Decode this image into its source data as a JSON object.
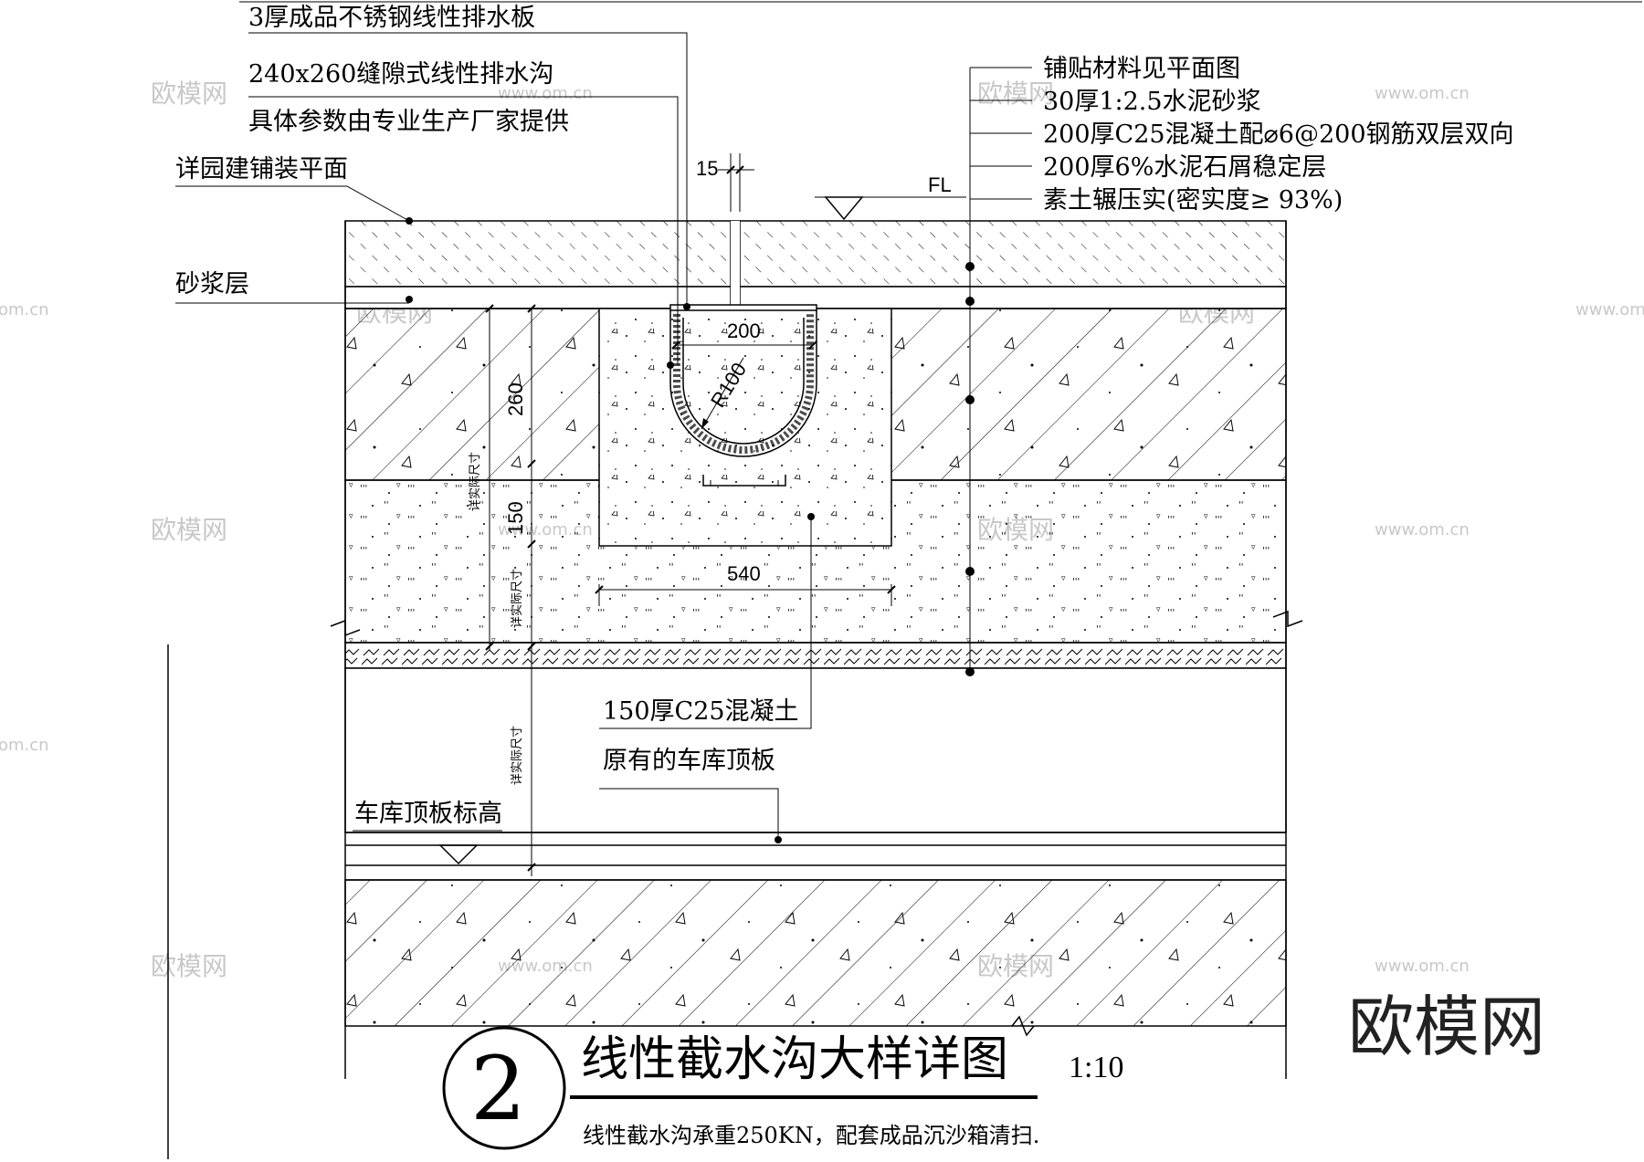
{
  "labels_left": {
    "steel_plate": "3厚成品不锈钢线性排水板",
    "drain_size": "240x260缝隙式线性排水沟",
    "drain_params": "具体参数由专业生产厂家提供",
    "paving_surface": "详园建铺装平面",
    "mortar_layer": "砂浆层",
    "concrete_150": "150厚C25混凝土",
    "garage_roof": "原有的车库顶板",
    "garage_roof_level": "车库顶板标高"
  },
  "labels_right": [
    "铺贴材料见平面图",
    "30厚1:2.5水泥砂浆",
    "200厚C25混凝土配⌀6@200钢筋双层双向",
    "200厚6%水泥石屑稳定层",
    "素土辗压实(密实度≥ 93%)"
  ],
  "dimensions": {
    "gap": "15",
    "floor_level": "FL",
    "width_200": "200",
    "radius": "R100",
    "height_260": "260",
    "height_150": "150",
    "width_540": "540",
    "detail_size_1": "详实际尺寸",
    "detail_size_2": "详实际尺寸",
    "detail_size_3": "详实际尺寸"
  },
  "title": {
    "number": "2",
    "text": "线性截水沟大样详图",
    "scale": "1:10",
    "note": "线性截水沟承重250KN，配套成品沉沙箱清扫."
  },
  "watermark": {
    "brand": "欧模网",
    "url": "www.om.cn",
    "partial_url": "om.cn",
    "logo": "欧模网"
  }
}
